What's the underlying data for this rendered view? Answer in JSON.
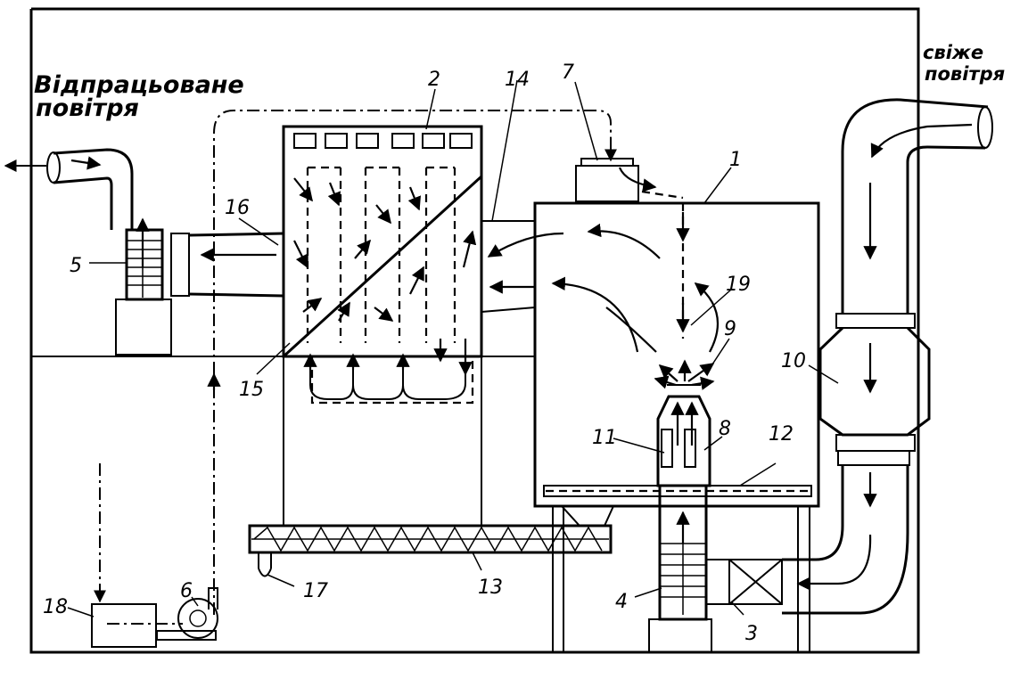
{
  "labels": {
    "exhaust_air_line1": "Відпрацьоване",
    "exhaust_air_line2": "повітря",
    "fresh_air_line1": "свіже",
    "fresh_air_line2": "повітря"
  },
  "callouts": [
    "1",
    "2",
    "3",
    "4",
    "5",
    "6",
    "7",
    "8",
    "9",
    "10",
    "11",
    "12",
    "13",
    "14",
    "15",
    "16",
    "17",
    "18",
    "19"
  ]
}
